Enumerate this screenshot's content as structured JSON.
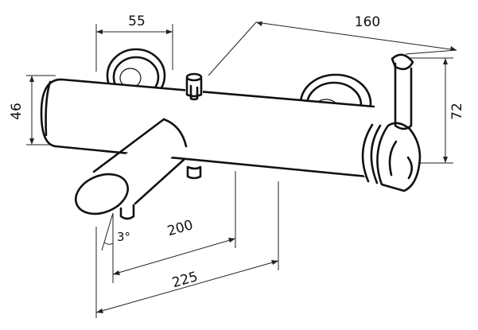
{
  "dimensions": {
    "rosette_spacing": "55",
    "overall_length": "160",
    "body_height": "46",
    "lever_height": "72",
    "spout_offset": "200",
    "spout_projection": "225",
    "spout_angle": "3°"
  }
}
